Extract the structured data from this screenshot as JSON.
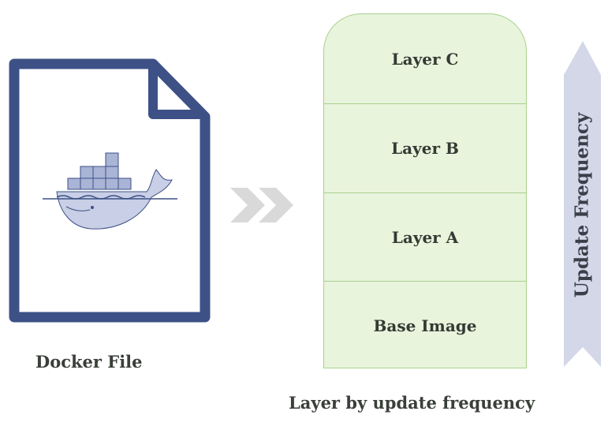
{
  "docker_file": {
    "label": "Docker File",
    "icon": "docker-whale-icon"
  },
  "layers": {
    "caption": "Layer by update frequency",
    "items": [
      "Layer C",
      "Layer B",
      "Layer A",
      "Base Image"
    ]
  },
  "frequency_arrow": {
    "label": "Update Frequency"
  },
  "colors": {
    "document": "#3d5186",
    "layer_fill": "#e8f4dc",
    "layer_border": "#a9d18e",
    "arrow": "#d3d7e8",
    "chevron": "#d9d9d9"
  }
}
